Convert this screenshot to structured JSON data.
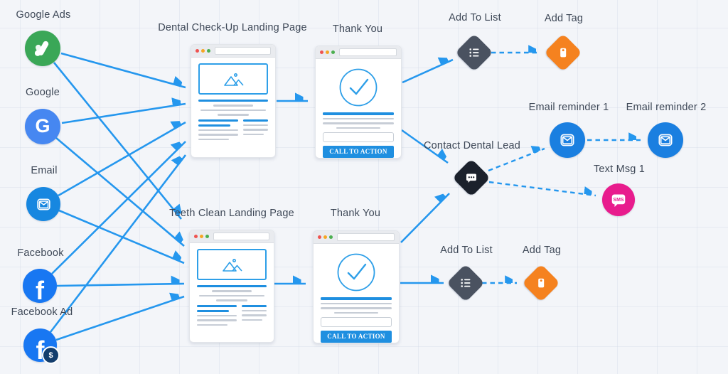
{
  "colors": {
    "connector_blue": "#2597ee",
    "google_ads_green": "#3aa757",
    "google_blue": "#4687f1",
    "email_blue": "#1787e0",
    "facebook_blue": "#1877f2",
    "fb_badge_navy": "#143e6d",
    "slate_diamond": "#4a5260",
    "black_diamond": "#1b212c",
    "orange_diamond": "#f5821f",
    "sms_pink": "#e81c8d",
    "card_accent_blue": "#1f8fe0"
  },
  "nodes": {
    "google_ads": {
      "label": "Google Ads",
      "icon": "google-ads-icon"
    },
    "google": {
      "label": "Google",
      "icon": "google-g-icon",
      "glyph": "G"
    },
    "email": {
      "label": "Email",
      "icon": "envelope-icon"
    },
    "facebook": {
      "label": "Facebook",
      "icon": "facebook-f-icon",
      "glyph": "f"
    },
    "facebook_ad": {
      "label": "Facebook Ad",
      "icon": "facebook-f-icon",
      "glyph": "f",
      "badge_glyph": "$"
    },
    "dental_lp": {
      "label": "Dental Check-Up Landing Page"
    },
    "teeth_lp": {
      "label": "Teeth Clean Landing Page"
    },
    "thank_you_top": {
      "label": "Thank You",
      "cta": "CALL TO ACTION"
    },
    "thank_you_bottom": {
      "label": "Thank You",
      "cta": "CALL TO ACTION"
    },
    "add_to_list_top": {
      "label": "Add To List",
      "icon": "list-icon"
    },
    "add_tag_top": {
      "label": "Add Tag",
      "icon": "tag-icon"
    },
    "contact_dental_lead": {
      "label": "Contact Dental Lead",
      "icon": "chat-dots-icon"
    },
    "email_reminder_1": {
      "label": "Email reminder 1",
      "icon": "envelope-icon"
    },
    "email_reminder_2": {
      "label": "Email reminder 2",
      "icon": "envelope-icon"
    },
    "text_msg_1": {
      "label": "Text Msg 1",
      "icon": "sms-bubble-icon",
      "icon_text": "SMS"
    },
    "add_to_list_bottom": {
      "label": "Add To List",
      "icon": "list-icon"
    },
    "add_tag_bottom": {
      "label": "Add Tag",
      "icon": "tag-icon"
    }
  },
  "edges": [
    {
      "from": "google_ads",
      "to": "dental_lp",
      "style": "solid",
      "points": [
        86,
        75,
        261,
        123
      ]
    },
    {
      "from": "google",
      "to": "dental_lp",
      "style": "solid",
      "points": [
        87,
        173,
        261,
        146
      ]
    },
    {
      "from": "email",
      "to": "dental_lp",
      "style": "solid",
      "points": [
        82,
        275,
        261,
        172
      ]
    },
    {
      "from": "facebook",
      "to": "dental_lp",
      "style": "solid",
      "points": [
        73,
        385,
        261,
        199
      ]
    },
    {
      "from": "facebook_ad",
      "to": "dental_lp",
      "style": "solid",
      "points": [
        71,
        467,
        261,
        218
      ]
    },
    {
      "from": "google_ads",
      "to": "teeth_lp",
      "style": "solid",
      "points": [
        76,
        88,
        255,
        308
      ]
    },
    {
      "from": "google",
      "to": "teeth_lp",
      "style": "solid",
      "points": [
        79,
        194,
        259,
        346
      ]
    },
    {
      "from": "email",
      "to": "teeth_lp",
      "style": "solid",
      "points": [
        83,
        296,
        259,
        370
      ]
    },
    {
      "from": "facebook",
      "to": "teeth_lp",
      "style": "solid",
      "points": [
        80,
        402,
        259,
        399
      ]
    },
    {
      "from": "facebook_ad",
      "to": "teeth_lp",
      "style": "solid",
      "points": [
        79,
        478,
        259,
        417
      ]
    },
    {
      "from": "dental_lp",
      "to": "thank_you_top",
      "style": "solid",
      "points": [
        389,
        142,
        433,
        142
      ]
    },
    {
      "from": "teeth_lp",
      "to": "thank_you_bottom",
      "style": "solid",
      "points": [
        386,
        399,
        430,
        399
      ]
    },
    {
      "from": "thank_you_top",
      "to": "add_to_list_top",
      "style": "solid",
      "points": [
        566,
        116,
        637,
        84
      ]
    },
    {
      "from": "thank_you_top",
      "to": "contact_dental_lead",
      "style": "solid",
      "points": [
        565,
        183,
        630,
        229
      ]
    },
    {
      "from": "thank_you_bottom",
      "to": "contact_dental_lead",
      "style": "solid",
      "points": [
        564,
        341,
        632,
        272
      ]
    },
    {
      "from": "thank_you_bottom",
      "to": "add_to_list_bottom",
      "style": "solid",
      "points": [
        563,
        398,
        624,
        398
      ]
    },
    {
      "from": "add_to_list_top",
      "to": "add_tag_top",
      "style": "dashed",
      "points": [
        691,
        74,
        760,
        74
      ]
    },
    {
      "from": "email_reminder_1",
      "to": "email_reminder_2",
      "style": "dashed",
      "points": [
        826,
        197,
        901,
        197
      ]
    },
    {
      "from": "contact_dental_lead",
      "to": "email_reminder_1",
      "style": "dashed",
      "points": [
        687,
        240,
        766,
        209
      ]
    },
    {
      "from": "contact_dental_lead",
      "to": "text_msg_1",
      "style": "dashed",
      "points": [
        688,
        256,
        838,
        275
      ]
    },
    {
      "from": "add_to_list_bottom",
      "to": "add_tag_bottom",
      "style": "dashed",
      "points": [
        678,
        398,
        727,
        398
      ]
    }
  ]
}
